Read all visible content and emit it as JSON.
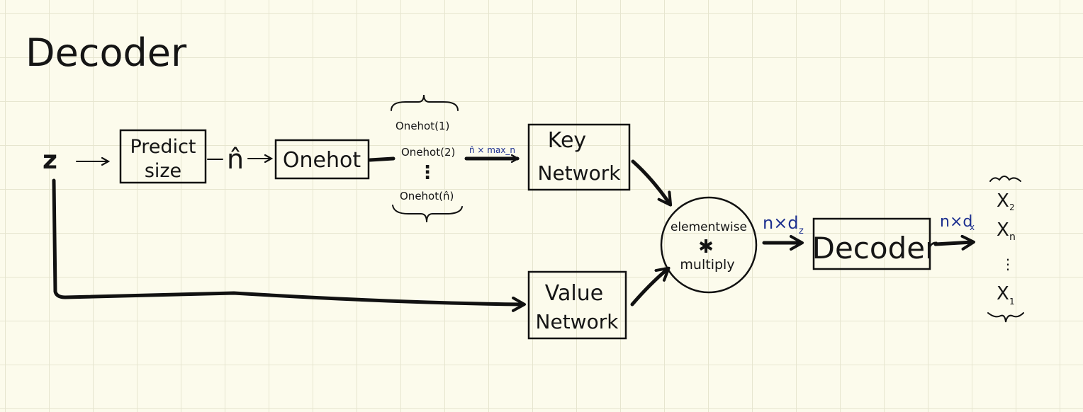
{
  "title": "Decoder",
  "input": {
    "z": "z",
    "n_hat": "n̂"
  },
  "predict_size": {
    "line1": "Predict",
    "line2": "size"
  },
  "onehot_box": "Onehot",
  "onehot_list": [
    "Onehot(1)",
    "Onehot(2)",
    "⋮",
    "Onehot(n̂)"
  ],
  "dim_onehot": "n̂ × max_n",
  "key_network": {
    "line1": "Key",
    "line2": "Network"
  },
  "value_network": {
    "line1": "Value",
    "line2": "Network"
  },
  "multiply": {
    "line1": "elementwise",
    "symbol": "✱",
    "line2": "multiply"
  },
  "dim_z": "n×d",
  "dim_z_sub": "z",
  "decoder_box": "Decoder",
  "dim_x": "n×d",
  "dim_x_sub": "x",
  "outputs": [
    {
      "var": "X",
      "sub": "2"
    },
    {
      "var": "X",
      "sub": "n"
    },
    {
      "var": "⋮",
      "sub": ""
    },
    {
      "var": "X",
      "sub": "1"
    }
  ],
  "colors": {
    "paper": "#fcfbec",
    "grid": "#e6e5cf",
    "ink": "#111111",
    "annotation": "#1c2f8f"
  }
}
